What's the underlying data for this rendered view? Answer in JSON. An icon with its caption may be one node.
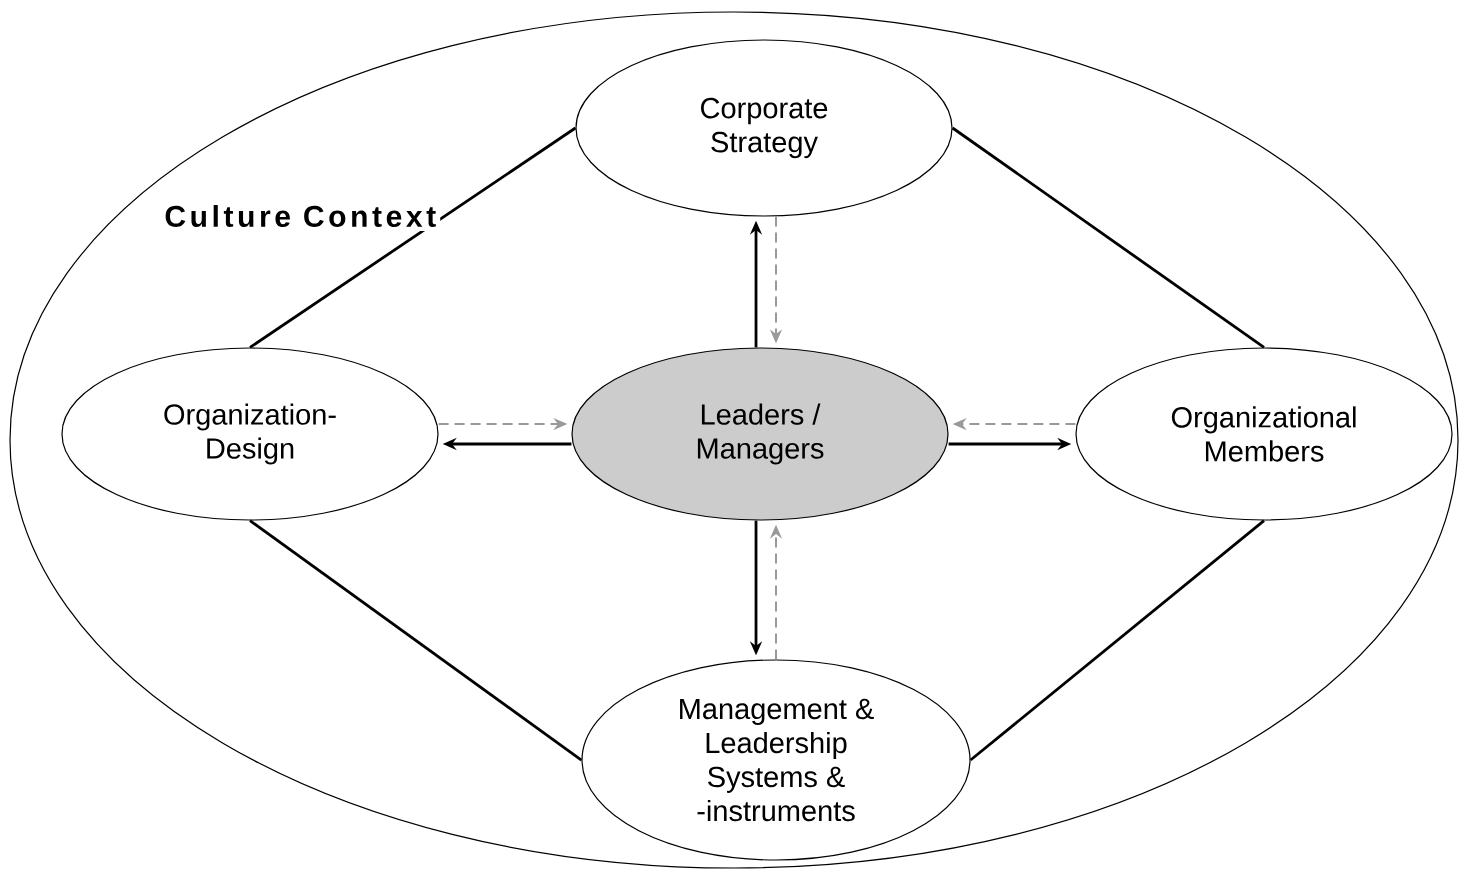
{
  "diagram": {
    "nodes": [
      {
        "text": [
          "Culture Context"
        ]
      },
      {
        "text": [
          "Corporate Strategy"
        ],
        "in": 0
      },
      {
        "text": [
          "Organization- Design"
        ],
        "in": 0
      },
      {
        "text": [
          "Leaders / Managers"
        ],
        "in": 0
      },
      {
        "text": [
          "Organizational Members"
        ],
        "in": 0
      },
      {
        "text": [
          "Management & Leadership Systems & -instruments"
        ],
        "in": 0
      }
    ],
    "edges": [
      {
        "from": 1,
        "to": 2,
        "arrow": "none"
      },
      {
        "from": 1,
        "to": 4,
        "arrow": "none"
      },
      {
        "from": 2,
        "to": 5,
        "arrow": "none"
      },
      {
        "from": 4,
        "to": 5,
        "arrow": "none"
      },
      {
        "from": 3,
        "to": 1,
        "arrow": "to"
      },
      {
        "from": 1,
        "to": 3,
        "arrow": "to",
        "style": "dashed",
        "color": "#999999"
      },
      {
        "from": 3,
        "to": 2,
        "arrow": "to"
      },
      {
        "from": 2,
        "to": 3,
        "arrow": "to",
        "style": "dashed",
        "color": "#999999"
      },
      {
        "from": 3,
        "to": 4,
        "arrow": "to"
      },
      {
        "from": 4,
        "to": 3,
        "arrow": "to",
        "style": "dashed",
        "color": "#999999"
      },
      {
        "from": 3,
        "to": 5,
        "arrow": "to"
      },
      {
        "from": 5,
        "to": 3,
        "arrow": "to",
        "style": "dashed",
        "color": "#999999"
      }
    ]
  }
}
